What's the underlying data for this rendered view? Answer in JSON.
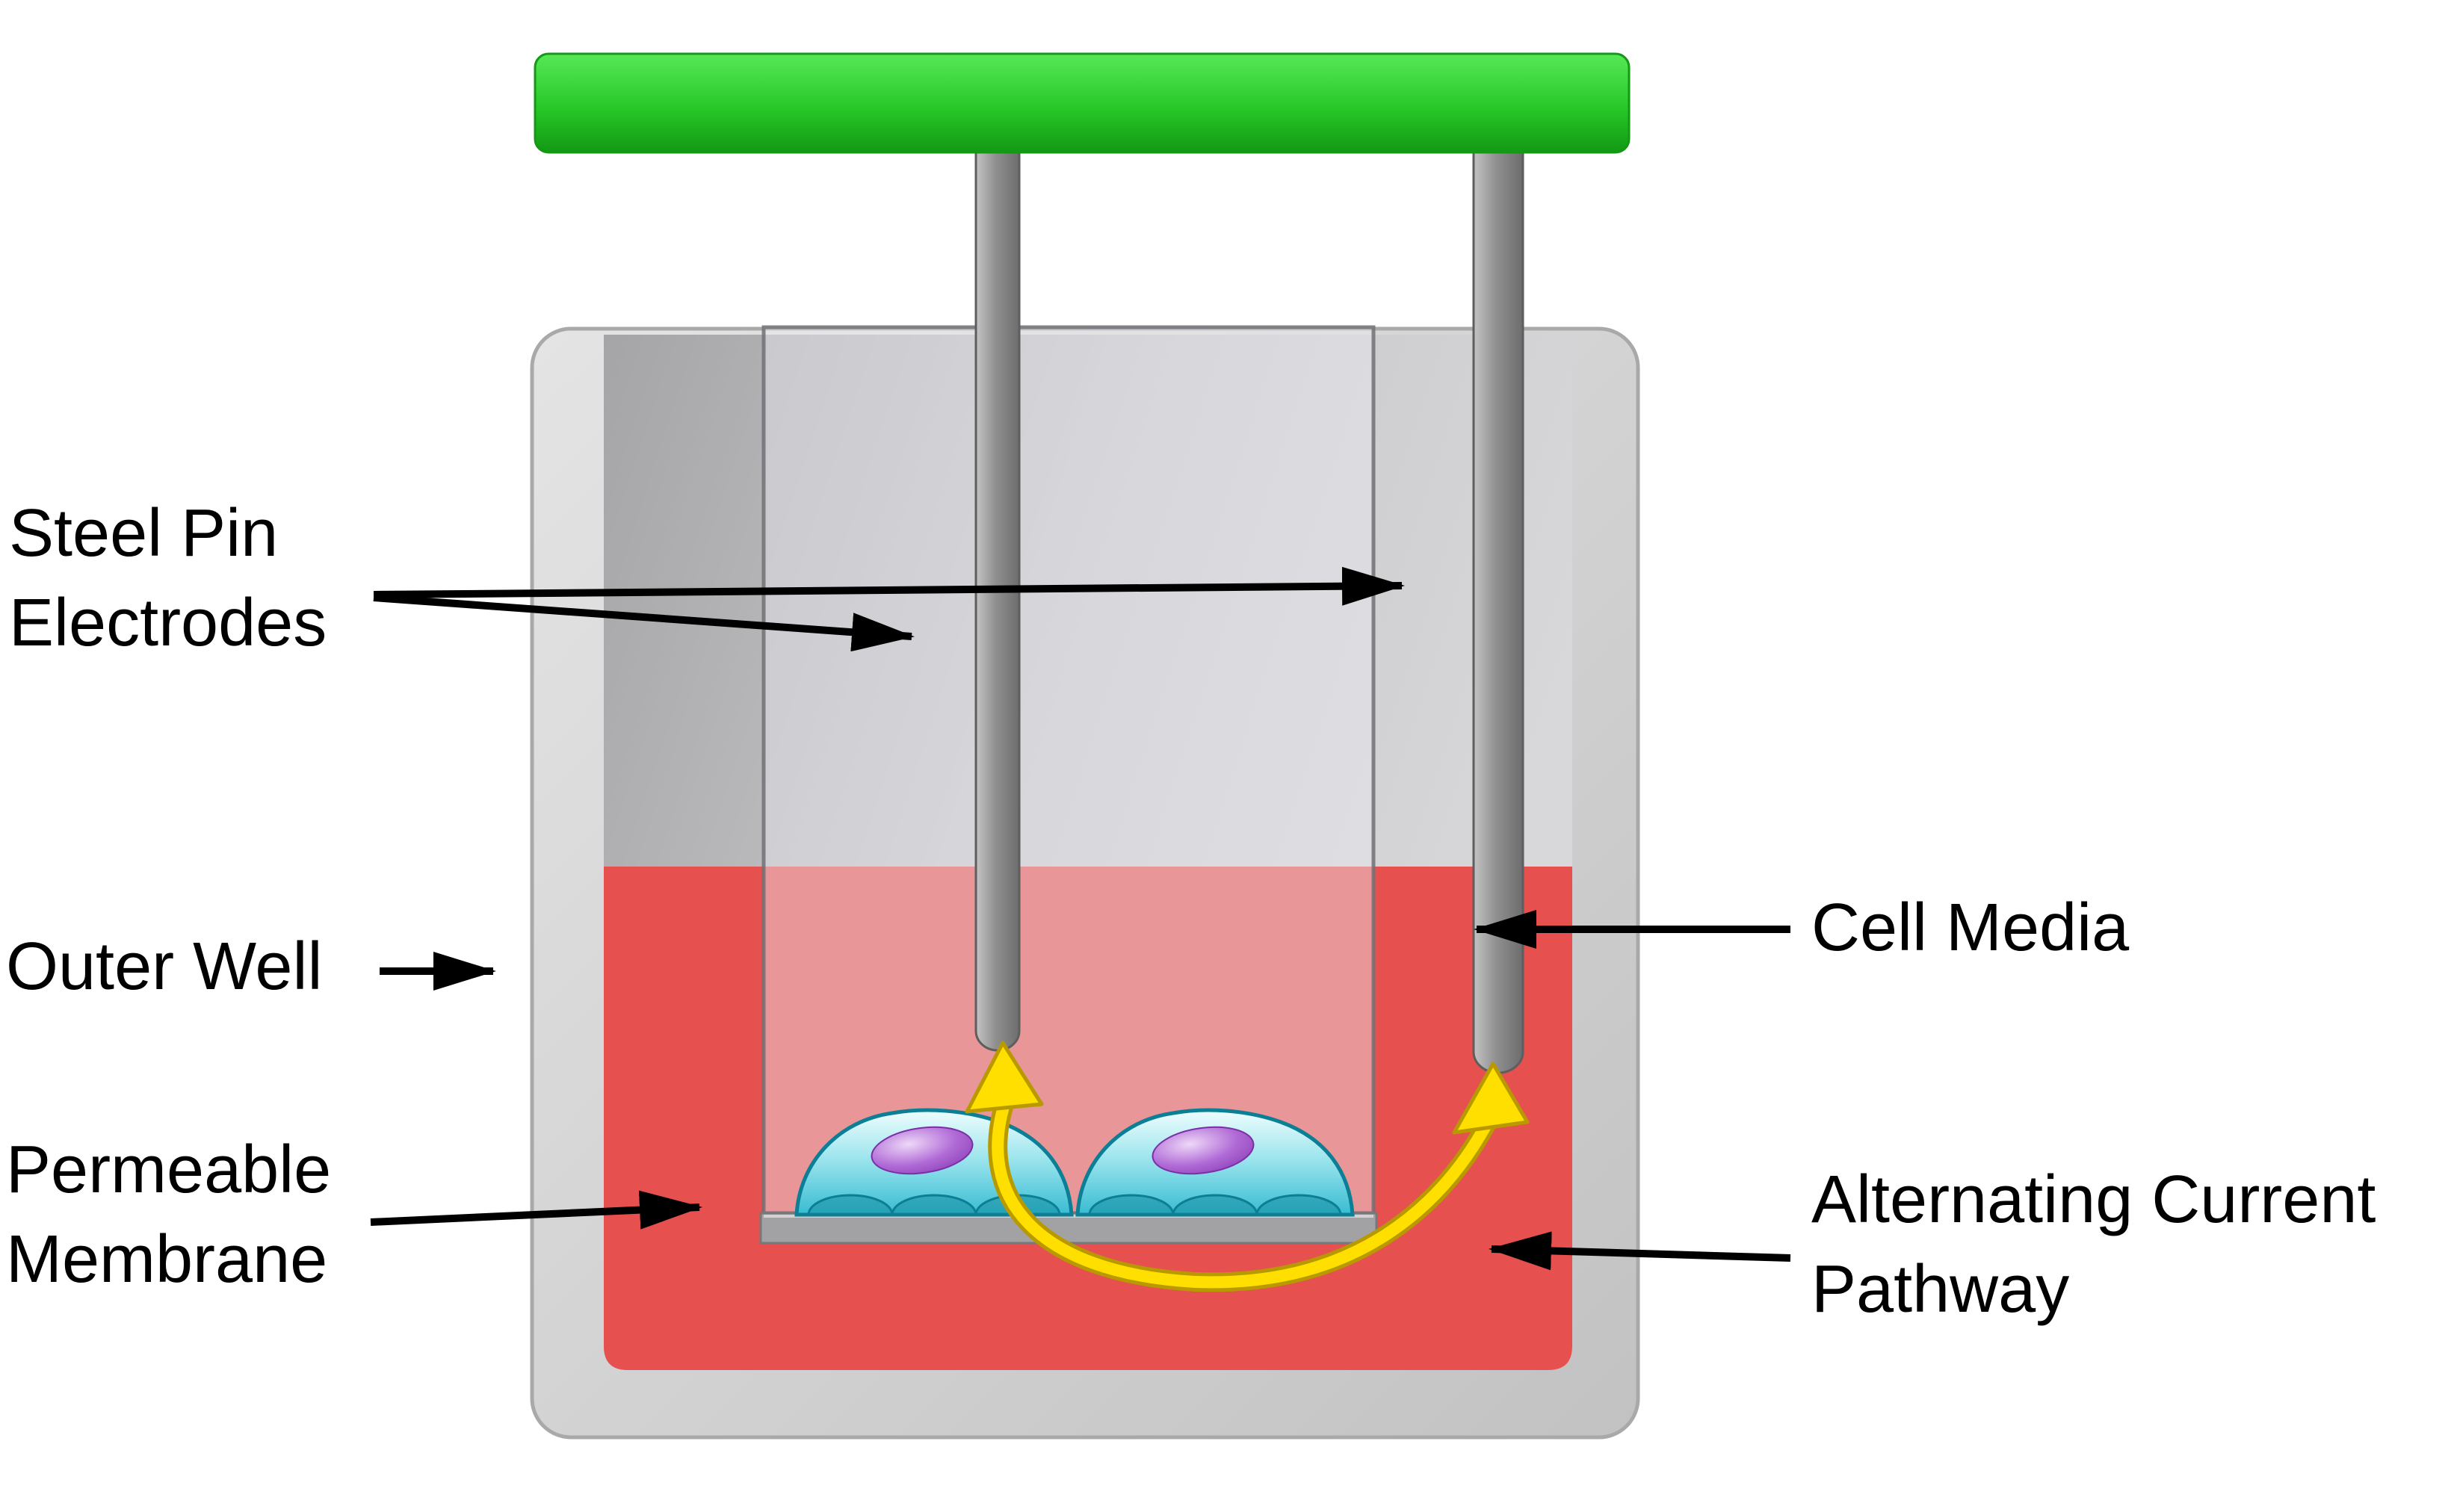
{
  "diagram": {
    "title": "Transwell TEER measurement diagram",
    "labels": {
      "steel_pin_electrodes": {
        "line1": "Steel Pin",
        "line2": "Electrodes"
      },
      "outer_well": "Outer Well",
      "permeable_membrane": {
        "line1": "Permeable",
        "line2": "Membrane"
      },
      "cell_media": "Cell Media",
      "alternating_current": {
        "line1": "Alternating Current",
        "line2": "Pathway"
      }
    },
    "colors": {
      "electrode_holder_green": "#28c828",
      "electrode_gray": "#8c8c8c",
      "outer_well_gray": "#d6d6d6",
      "cell_media_red": "#e6504e",
      "ac_arrow_yellow": "#ffdf00",
      "cell_cyan": "#49c3d6",
      "nucleus_purple": "#9a4fc0",
      "label_black": "#000000"
    }
  }
}
